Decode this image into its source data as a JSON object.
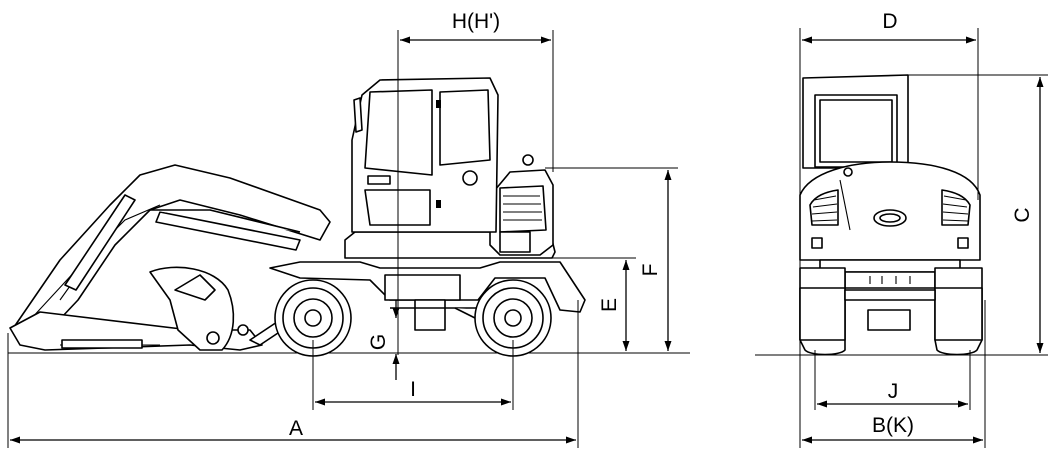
{
  "labels": {
    "a": "A",
    "bk": "B(K)",
    "c": "C",
    "d": "D",
    "e": "E",
    "f": "F",
    "g": "G",
    "hh": "H(H')",
    "i": "I",
    "j": "J"
  },
  "colors": {
    "line": "#000000",
    "background": "#ffffff"
  }
}
